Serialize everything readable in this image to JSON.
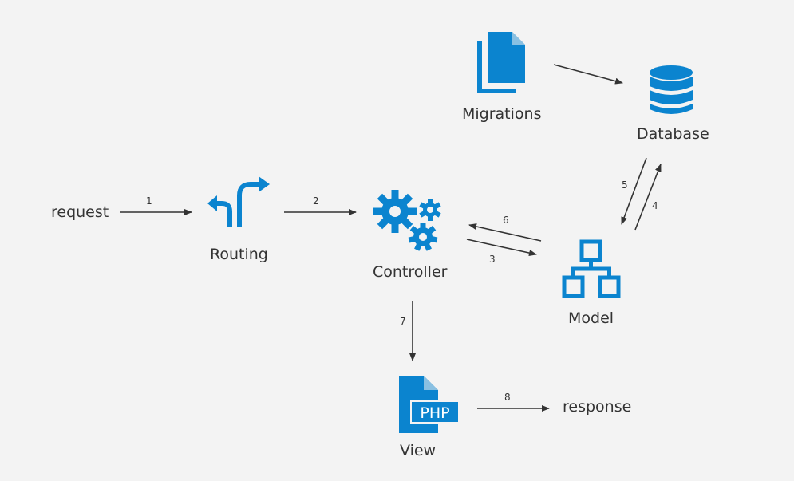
{
  "nodes": {
    "request": "request",
    "routing": "Routing",
    "controller": "Controller",
    "model": "Model",
    "migrations": "Migrations",
    "database": "Database",
    "view": "View",
    "response": "response",
    "php_badge": "PHP"
  },
  "steps": [
    "1",
    "2",
    "3",
    "4",
    "5",
    "6",
    "7",
    "8"
  ],
  "colors": {
    "accent": "#0b84cf",
    "text": "#333333",
    "arrow": "#333333",
    "background": "#f3f3f3"
  },
  "icons": {
    "routing": "split-arrows-icon",
    "controller": "gears-icon",
    "model": "hierarchy-icon",
    "migrations": "files-icon",
    "database": "database-icon",
    "view": "php-file-icon"
  }
}
